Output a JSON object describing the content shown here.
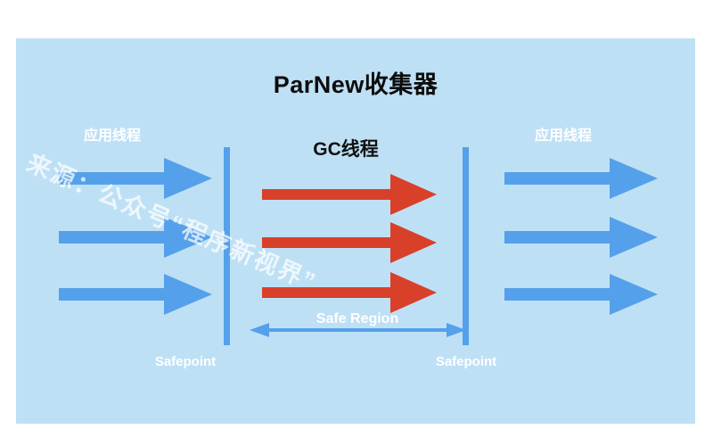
{
  "diagram": {
    "title": "ParNew收集器",
    "background_color": "#bee0f5",
    "gc_title": "GC线程",
    "app_thread_label_left": "应用线程",
    "app_thread_label_right": "应用线程",
    "safepoint_label_left": "Safepoint",
    "safepoint_label_right": "Safepoint",
    "safe_region_label": "Safe Region",
    "watermark": "来源：公众号“程序新视界”",
    "colors": {
      "app_thread_arrow": "#55a0ea",
      "gc_thread_arrow": "#d8402a",
      "safepoint_bar": "#55a0ea",
      "title_text": "#0d0d0d",
      "label_text": "#ffffff"
    },
    "arrows": {
      "left_app_threads": 3,
      "gc_threads": 3,
      "right_app_threads": 3
    }
  }
}
